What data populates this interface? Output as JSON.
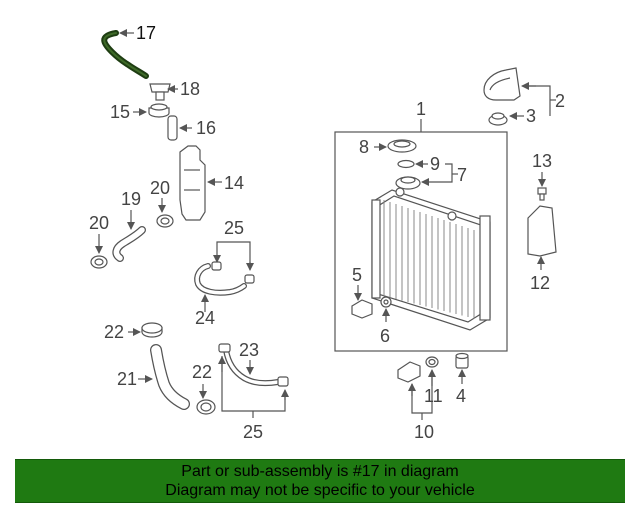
{
  "callouts": {
    "c1": "1",
    "c2": "2",
    "c3": "3",
    "c4": "4",
    "c5": "5",
    "c6": "6",
    "c7": "7",
    "c8": "8",
    "c9": "9",
    "c10": "10",
    "c11": "11",
    "c12": "12",
    "c13": "13",
    "c14": "14",
    "c15": "15",
    "c16": "16",
    "c17": "17",
    "c18": "18",
    "c19": "19",
    "c20a": "20",
    "c20b": "20",
    "c21": "21",
    "c22a": "22",
    "c22b": "22",
    "c23": "23",
    "c24": "24",
    "c25a": "25",
    "c25b": "25"
  },
  "highlight_part": "17",
  "banner": {
    "line1": "Part or sub-assembly is #17 in diagram",
    "line2": "Diagram may not be specific to your vehicle"
  },
  "colors": {
    "banner_bg": "#1f7a12",
    "hose_17": "#1e3d12",
    "linework": "#555555"
  }
}
